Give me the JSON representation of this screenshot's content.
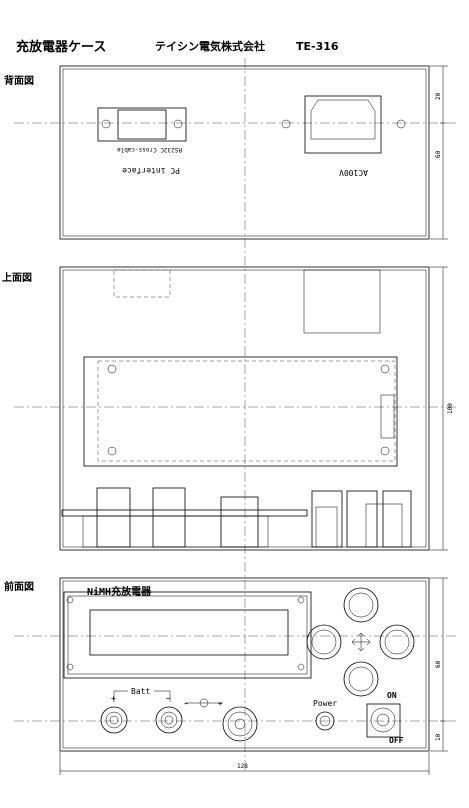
{
  "title": {
    "main": "充放電器ケース",
    "maker": "テイシン電気株式会社",
    "model": "TE-316"
  },
  "views": {
    "back": {
      "label": "背面図",
      "pc_interface": "PC interface",
      "rs232c": "RS232C Cross-cable",
      "ac_label": "AC100V",
      "dim_20": "20",
      "dim_60": "60"
    },
    "top": {
      "label": "上面図",
      "dim_100": "100"
    },
    "front": {
      "label": "前面図",
      "panel_title": "NiMH充放電器",
      "batt_label": "Batt",
      "plus": "+",
      "minus": "−",
      "power_label": "Power",
      "on_label": "ON",
      "off_label": "OFF",
      "dim_60": "60",
      "dim_10": "10",
      "dim_128": "128"
    }
  }
}
